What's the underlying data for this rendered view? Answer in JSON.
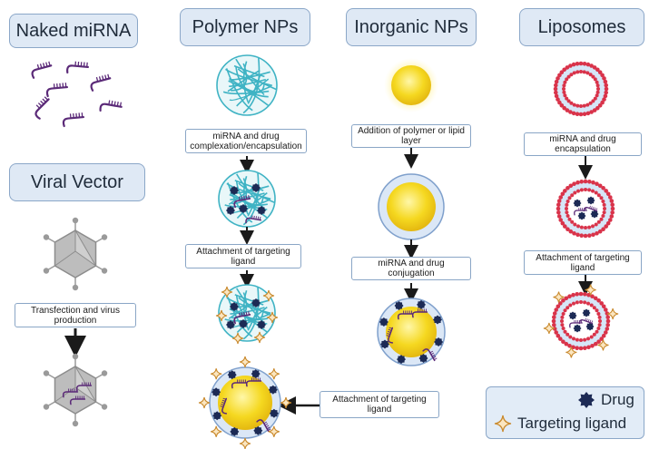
{
  "titles": {
    "naked_mirna": "Naked miRNA",
    "polymer_nps": "Polymer NPs",
    "inorganic_nps": "Inorganic NPs",
    "liposomes": "Liposomes",
    "viral_vector": "Viral Vector"
  },
  "steps": {
    "polymer_step1": "miRNA and drug complexation/encapsulation",
    "polymer_step2": "Attachment of targeting ligand",
    "inorganic_step1": "Addition of polymer or lipid layer",
    "inorganic_step2": "miRNA and drug conjugation",
    "inorganic_step3": "Attachment of targeting ligand",
    "liposome_step1": "miRNA and drug encapsulation",
    "liposome_step2": "Attachment of targeting ligand",
    "viral_step1": "Transfection and virus production"
  },
  "legend": {
    "drug": "Drug",
    "targeting_ligand": "Targeting ligand"
  },
  "colors": {
    "title_fill": "#dfe9f5",
    "title_border": "#8ba7c8",
    "mirna": "#5b2a78",
    "polymer": "#3fb3c4",
    "gold": "#f2d21a",
    "drug": "#1c2a55",
    "ligand": "#d89a3c",
    "lipid": "#d9334a",
    "shell": "#c9dcf0",
    "virus": "#a6a6a6"
  }
}
